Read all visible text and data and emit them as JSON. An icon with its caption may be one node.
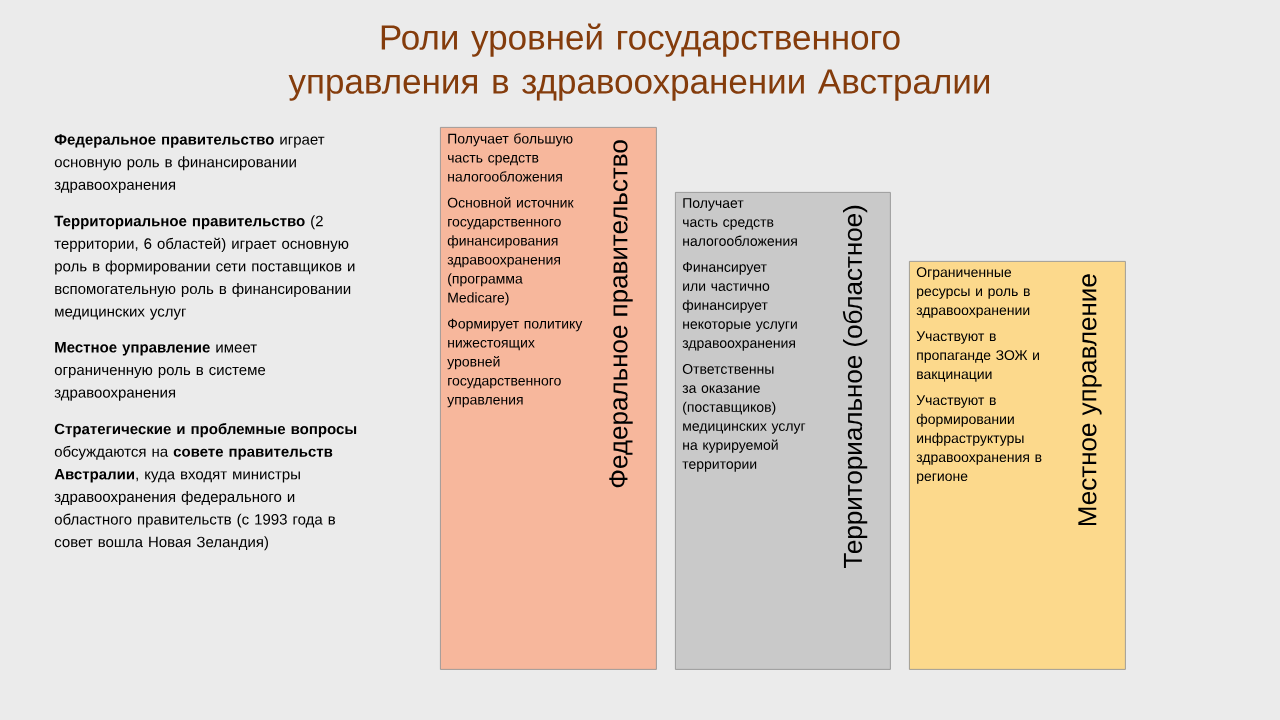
{
  "diagram": {
    "title": "Роли уровней государственного управления в здравоохранении Австралии",
    "nodes": [
      {
        "text": [
          "Федеральное правительство",
          "Получает большую часть средств налогообложения",
          "Основной источник государственного финансирования здравоохранения (программа Medicare)",
          "Формирует политику нижестоящих уровней государственного управления"
        ]
      },
      {
        "text": [
          "Территориальное (областное)",
          "Получает часть средств налогообложения",
          "Финансирует или частично финансирует некоторые услуги здравоохранения",
          "Ответственны за оказание (поставщиков) медицинских услуг на курируемой территории"
        ]
      },
      {
        "text": [
          "Местное управление",
          "Ограниченные ресурсы и роль в здравоохранении",
          "Участвуют в пропаганде ЗОЖ и вакцинации",
          "Участвуют в формировании инфраструктуры здравоохранения в регионе"
        ]
      }
    ],
    "labels": [
      "**Федеральное правительство** играет основную роль в финансировании здравоохранения",
      "**Территориальное правительство** (2 территории, 6 областей) играет основную роль в формировании сети поставщиков и вспомогательную роль в финансировании медицинских услуг",
      "**Местное управление** имеет ограниченную роль в системе здравоохранения",
      "**Стратегические и проблемные вопросы** обсуждаются на **совете правительств Австралии**, куда входят министры здравоохранения федерального и областного правительств (с 1993 года в совет вошла Новая Зеландия)"
    ]
  }
}
